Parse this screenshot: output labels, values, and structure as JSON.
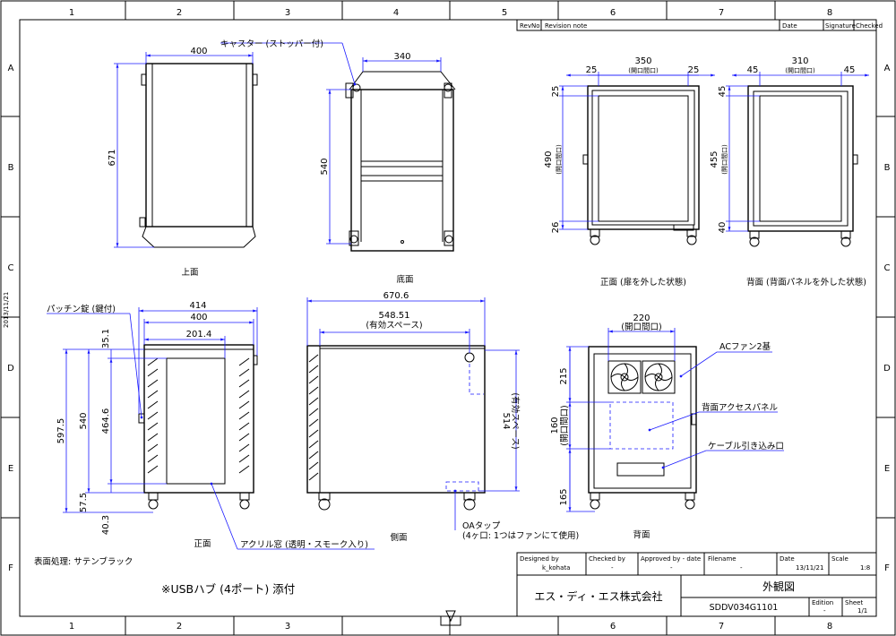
{
  "grid": {
    "columns": [
      "1",
      "2",
      "3",
      "4",
      "5",
      "6",
      "7",
      "8"
    ],
    "rows": [
      "A",
      "B",
      "C",
      "D",
      "E",
      "F"
    ]
  },
  "side_date": "2013/11/21",
  "revision_header": {
    "revno": "RevNo",
    "note": "Revision note",
    "date": "Date",
    "signature": "Signature",
    "checked": "Checked"
  },
  "views": {
    "top": "上面",
    "bottom": "底面",
    "front_open": "正面 (扉を外した状態)",
    "back_open": "背面 (背面パネルを外した状態)",
    "front": "正面",
    "side": "側面",
    "back": "背面"
  },
  "dims": {
    "top_w": "400",
    "top_h": "671",
    "bottom_w": "340",
    "bottom_h": "540",
    "fo_w": "350",
    "fo_open": "(開口間口)",
    "fo_l": "25",
    "fo_r": "25",
    "fo_top": "25",
    "fo_h": "490",
    "fo_h_sub": "(開口間口)",
    "fo_bot": "26",
    "bo_w": "310",
    "bo_open": "(開口間口)",
    "bo_l": "45",
    "bo_r": "45",
    "bo_top": "45",
    "bo_h": "455",
    "bo_h_sub": "(開口間口)",
    "bo_bot": "40",
    "f_w1": "414",
    "f_w2": "400",
    "f_w3": "201.4",
    "f_h1": "597.5",
    "f_h2": "540",
    "f_h3": "35.1",
    "f_h4": "464.6",
    "f_h5": "57.5",
    "f_h6": "40.3",
    "s_w1": "670.6",
    "s_w2": "548.51",
    "s_w2_sub": "(有効スペース)",
    "s_h": "514",
    "s_h_sub": "(有効スペース)",
    "b_w": "220",
    "b_open": "(開口間口)",
    "b_h1": "215",
    "b_h2": "160",
    "b_h2_sub": "(開口間口)",
    "b_h3": "165"
  },
  "callouts": {
    "caster": "キャスター (ストッパー付)",
    "latch": "パッチン錠 (鍵付)",
    "acrylic": "アクリル窓 (透明・スモーク入り)",
    "oa_tap": "OAタップ",
    "oa_tap_sub": "(4ヶ口: 1つはファンにて使用)",
    "ac_fan": "ACファン2基",
    "access_panel": "背面アクセスパネル",
    "cable": "ケーブル引き込み口"
  },
  "notes": {
    "finish": "表面処理: サテンブラック",
    "usb": "※USBハブ (4ポート) 添付"
  },
  "title_block": {
    "designed_by_label": "Designed by",
    "designed_by": "k_kohata",
    "checked_by_label": "Checked by",
    "checked_by": "-",
    "approved_label": "Approved by - date",
    "approved": "-",
    "filename_label": "Filename",
    "filename": "-",
    "date_label": "Date",
    "date": "13/11/21",
    "scale_label": "Scale",
    "scale": "1:8",
    "company": "エス・ディ・エス株式会社",
    "title": "外観図",
    "drawing_no": "SDDV034G1101",
    "edition_label": "Edition",
    "edition": "-",
    "sheet_label": "Sheet",
    "sheet": "1/1"
  }
}
